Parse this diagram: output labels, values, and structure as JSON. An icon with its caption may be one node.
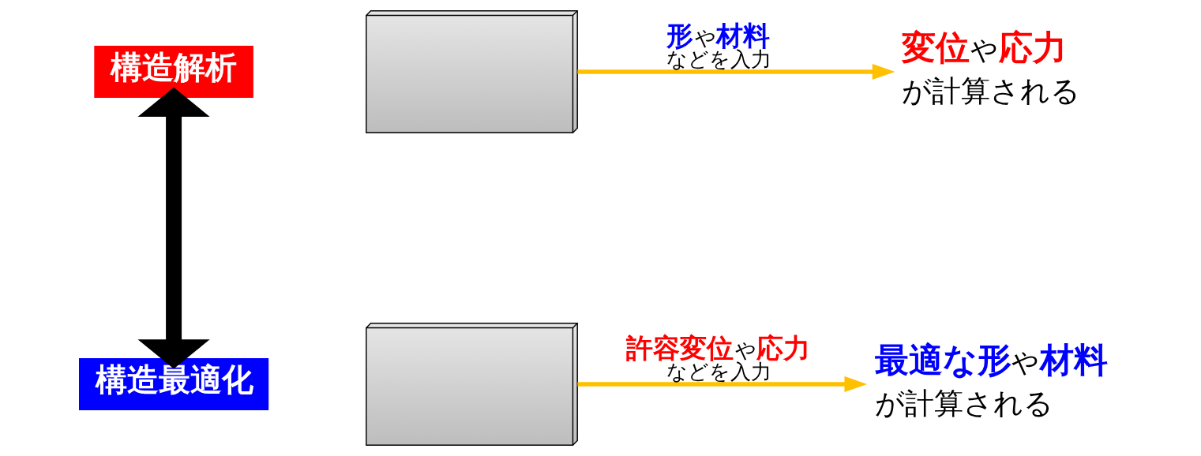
{
  "diagram": {
    "nodes": [
      {
        "text": [
          "構造解析"
        ]
      },
      {
        "text": [
          "構造最適化"
        ]
      },
      {
        "text": [],
        "shape": "box"
      },
      {
        "text": [
          "**変位**や**応力**",
          "が計算される"
        ]
      },
      {
        "text": [],
        "shape": "box"
      },
      {
        "text": [
          "**最適な形**や**材料**",
          "が計算される"
        ]
      }
    ],
    "edges": [
      {
        "from": 0,
        "to": 1,
        "arrow": "both",
        "style": "thick",
        "color": "#000000"
      },
      {
        "from": 2,
        "to": 3,
        "arrow": "to",
        "label": "**形**や**材料**などを入力"
      },
      {
        "from": 4,
        "to": 5,
        "arrow": "to",
        "label": "**許容変位**や**応力**などを入力"
      }
    ]
  }
}
